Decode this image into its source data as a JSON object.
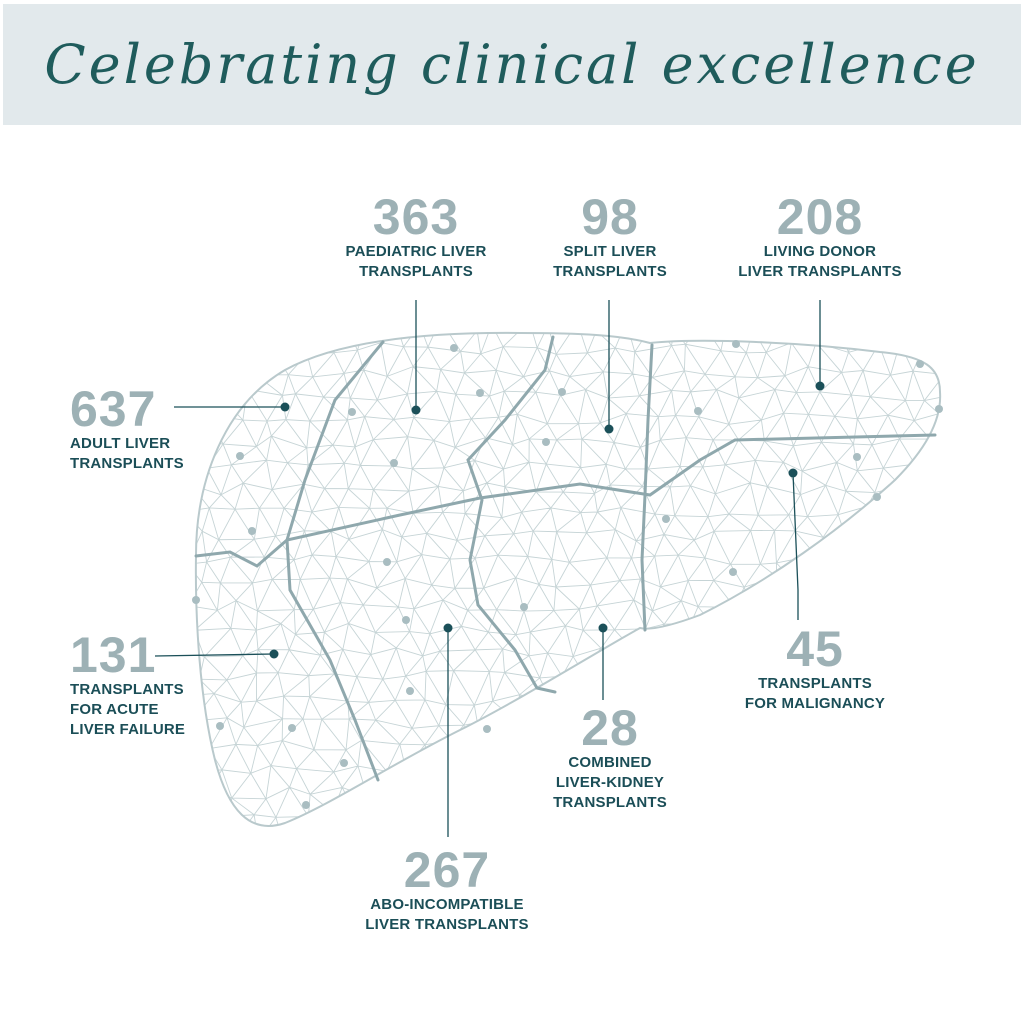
{
  "header": {
    "title": "Celebrating clinical excellence"
  },
  "colors": {
    "banner_bg": "#e2e9ec",
    "title": "#1f5c5c",
    "number": "#9db1b5",
    "label": "#1b4e57",
    "mesh": "#c6d4d6",
    "vein": "#8fa8ad",
    "marker": "#1b5059"
  },
  "stats": {
    "adult": {
      "value": "637",
      "label": "ADULT LIVER\nTRANSPLANTS"
    },
    "paediatric": {
      "value": "363",
      "label": "PAEDIATRIC LIVER\nTRANSPLANTS"
    },
    "split": {
      "value": "98",
      "label": "SPLIT LIVER\nTRANSPLANTS"
    },
    "living_donor": {
      "value": "208",
      "label": "LIVING DONOR\nLIVER TRANSPLANTS"
    },
    "acute": {
      "value": "131",
      "label": "TRANSPLANTS\nFOR ACUTE\nLIVER FAILURE"
    },
    "malignancy": {
      "value": "45",
      "label": "TRANSPLANTS\nFOR MALIGNANCY"
    },
    "combined": {
      "value": "28",
      "label": "COMBINED\nLIVER-KIDNEY\nTRANSPLANTS"
    },
    "abo": {
      "value": "267",
      "label": "ABO-INCOMPATIBLE\nLIVER TRANSPLANTS"
    }
  },
  "illustration": {
    "icon": "liver-mesh-illustration"
  }
}
